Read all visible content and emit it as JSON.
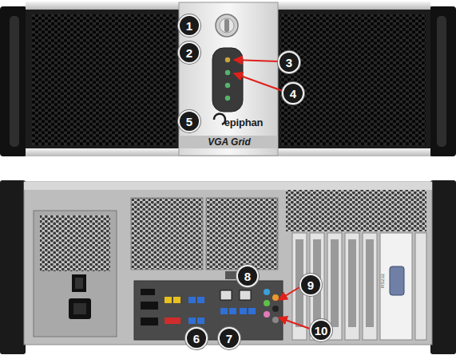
{
  "diagram": {
    "labels": [
      "1",
      "2",
      "3",
      "4",
      "5",
      "epiphan",
      "VGA Grid",
      "RS232",
      "6",
      "7",
      "8",
      "9",
      "10"
    ]
  }
}
